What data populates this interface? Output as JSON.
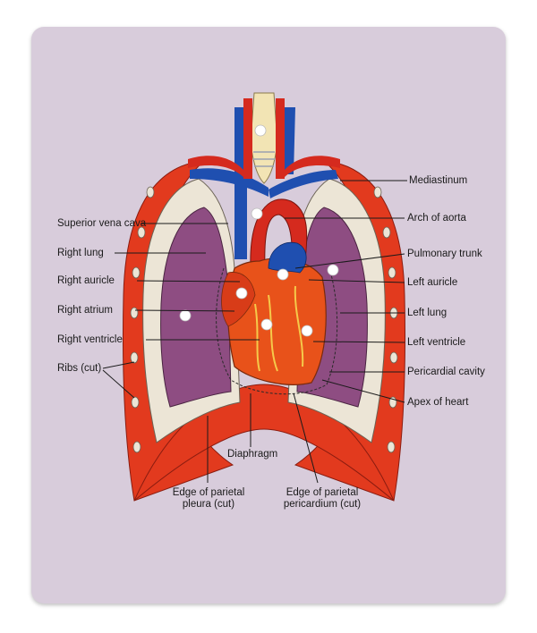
{
  "colors": {
    "board": "#d8ccdb",
    "body_wall": "#e23a1e",
    "pleura": "#ece5d6",
    "lung": "#8e4d82",
    "heart": "#e8521a",
    "vein_blue": "#1f4fb0",
    "artery_red": "#d52a1e",
    "trachea": "#f2e4b4",
    "pin": "#ffffff"
  },
  "labels": {
    "left": {
      "superior_vena_cava": "Superior vena cava",
      "right_lung": "Right lung",
      "right_auricle": "Right auricle",
      "right_atrium": "Right atrium",
      "right_ventricle": "Right ventricle",
      "ribs_cut": "Ribs (cut)"
    },
    "right": {
      "mediastinum": "Mediastinum",
      "arch_of_aorta": "Arch of aorta",
      "pulmonary_trunk": "Pulmonary trunk",
      "left_auricle": "Left auricle",
      "left_lung": "Left lung",
      "left_ventricle": "Left ventricle",
      "pericardial_cavity": "Pericardial cavity",
      "apex_of_heart": "Apex of heart"
    },
    "bottom": {
      "diaphragm": "Diaphragm",
      "parietal_pleura_1": "Edge of parietal",
      "parietal_pleura_2": "pleura (cut)",
      "parietal_pericardium_1": "Edge of parietal",
      "parietal_pericardium_2": "pericardium (cut)"
    }
  }
}
